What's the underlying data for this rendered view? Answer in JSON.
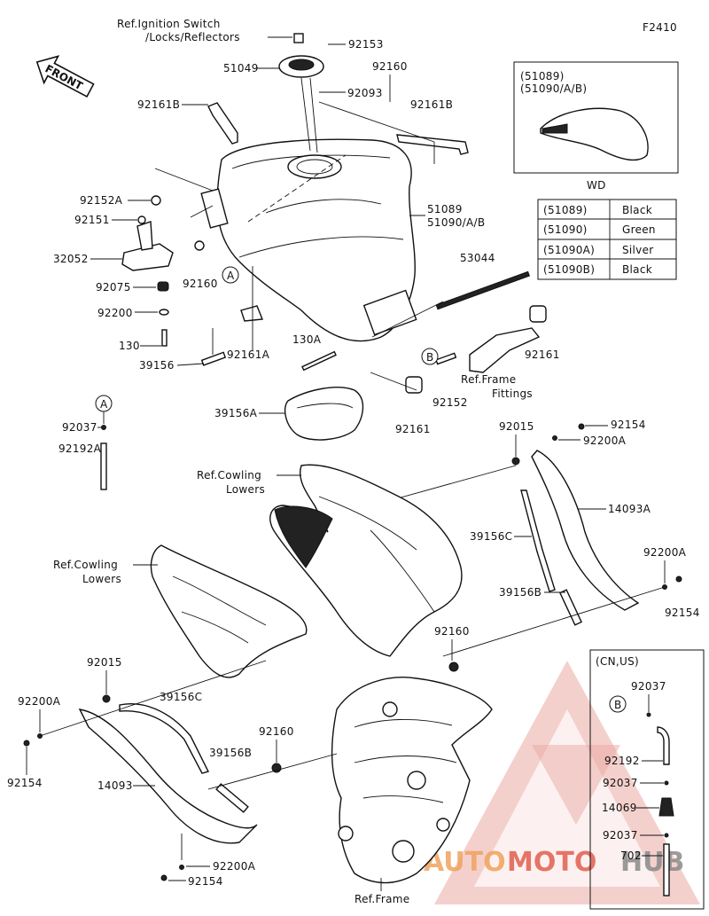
{
  "figure_code": "F2410",
  "front_label": "FRONT",
  "callouts": {
    "ignition_ref_line1": "Ref.Ignition Switch",
    "ignition_ref_line2": "/Locks/Reflectors",
    "p92153": "92153",
    "p51049": "51049",
    "p92160_top": "92160",
    "p92093": "92093",
    "p92161B_left": "92161B",
    "p92161B_right": "92161B",
    "p92152A": "92152A",
    "p92151": "92151",
    "p32052": "32052",
    "p92075": "92075",
    "p92160_mid": "92160",
    "p92200": "92200",
    "p130": "130",
    "p39156": "39156",
    "p92161A": "92161A",
    "p51089": "51089",
    "p51090": "51090/A/B",
    "p53044": "53044",
    "p130A": "130A",
    "p92161_right": "92161",
    "p92161_bottom": "92161",
    "p92152": "92152",
    "frame_fittings_ref_line1": "Ref.Frame",
    "frame_fittings_ref_line2": "Fittings",
    "p39156A": "39156A",
    "p92037_left": "92037",
    "p92192A": "92192A",
    "cowling_ref1_line1": "Ref.Cowling",
    "cowling_ref1_line2": "Lowers",
    "cowling_ref2_line1": "Ref.Cowling",
    "cowling_ref2_line2": "Lowers",
    "p92015_right": "92015",
    "p92154_top": "92154",
    "p92200A_top": "92200A",
    "p14093A": "14093A",
    "p39156C_right": "39156C",
    "p92200A_right": "92200A",
    "p39156B_right": "39156B",
    "p92154_right": "92154",
    "p92160_center": "92160",
    "p92015_left": "92015",
    "p92200A_left": "92200A",
    "p39156C_left": "39156C",
    "p92160_low": "92160",
    "p39156B_left": "39156B",
    "p92154_left": "92154",
    "p14093": "14093",
    "p92200A_bottom": "92200A",
    "p92154_bottom": "92154",
    "frame_ref": "Ref.Frame",
    "circle_A1": "A",
    "circle_A2": "A",
    "circle_B1": "B",
    "circle_B2": "B"
  },
  "wd_box": {
    "line1": "(51089)",
    "line2": "(51090/A/B)",
    "caption": "WD"
  },
  "color_table": [
    {
      "code": "(51089)",
      "color": "Black"
    },
    {
      "code": "(51090)",
      "color": "Green"
    },
    {
      "code": "(51090A)",
      "color": "Silver"
    },
    {
      "code": "(51090B)",
      "color": "Black"
    }
  ],
  "cnus_box": {
    "title": "(CN,US)",
    "p92037_a": "92037",
    "p92192": "92192",
    "p92037_b": "92037",
    "p14069": "14069",
    "p92037_c": "92037",
    "p702": "702"
  },
  "watermark": {
    "text_auto": "AUTO",
    "text_moto": "MOTO",
    "text_hub": "HUB",
    "color_red": "#d94a3d",
    "color_orange": "#f0a35e",
    "color_gray": "#8a8a8a"
  }
}
